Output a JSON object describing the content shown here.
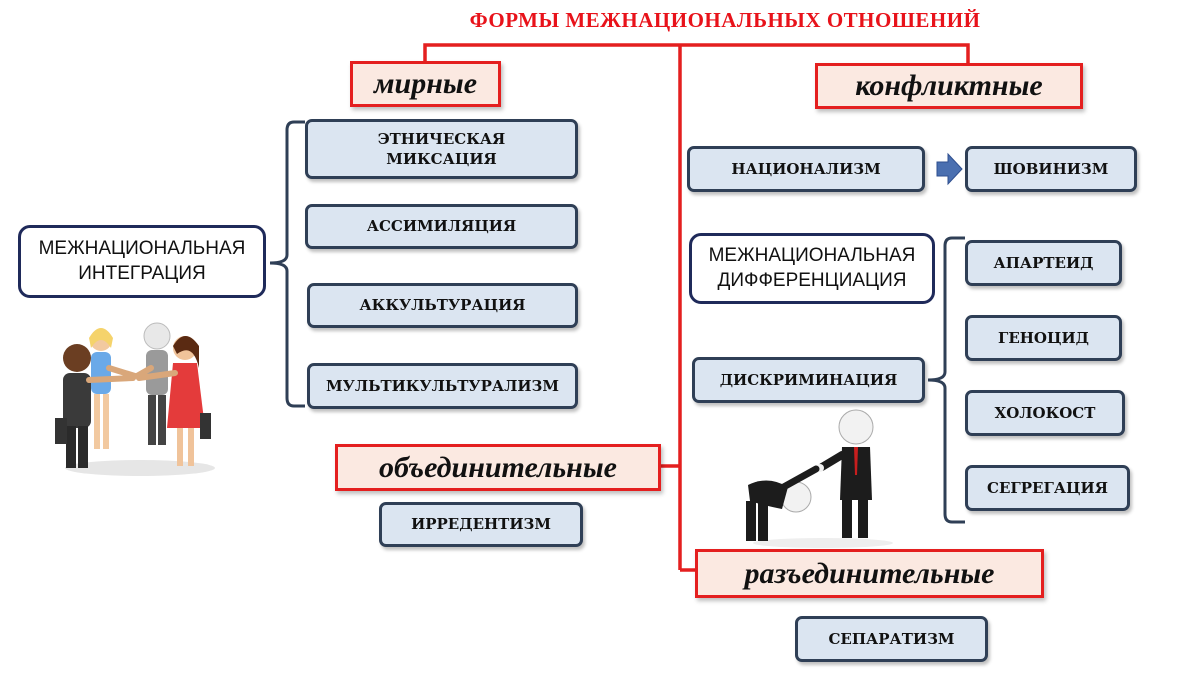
{
  "title": "ФОРМЫ МЕЖНАЦИОНАЛЬНЫХ ОТНОШЕНИЙ",
  "categories": {
    "peaceful": "мирные",
    "conflict": "конфликтные",
    "unifying": "объединительные",
    "separating": "разъединительные"
  },
  "integration": "МЕЖНАЦИОНАЛЬНАЯ ИНТЕГРАЦИЯ",
  "differentiation": "МЕЖНАЦИОНАЛЬНАЯ ДИФФЕРЕНЦИАЦИЯ",
  "peaceful_items": [
    "ЭТНИЧЕСКАЯ МИКСАЦИЯ",
    "АССИМИЛЯЦИЯ",
    "АККУЛЬТУРАЦИЯ",
    "МУЛЬТИКУЛЬТУРАЛИЗМ"
  ],
  "irredentism": "ИРРЕДЕНТИЗМ",
  "nationalism": "НАЦИОНАЛИЗМ",
  "chauvinism": "ШОВИНИЗМ",
  "discrimination": "ДИСКРИМИНАЦИЯ",
  "discrimination_items": [
    "АПАРТЕИД",
    "ГЕНОЦИД",
    "ХОЛОКОСТ",
    "СЕГРЕГАЦИЯ"
  ],
  "separatism": "СЕПАРАТИЗМ",
  "colors": {
    "accent_red": "#e41f1f",
    "box_fill": "#dbe5f1",
    "box_border": "#2f3f56",
    "category_fill": "#fbe9e1"
  }
}
